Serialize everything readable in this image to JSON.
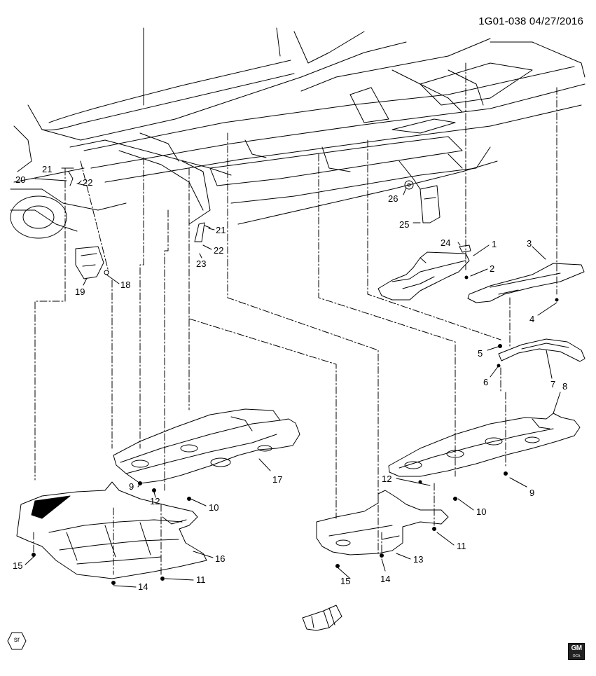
{
  "header": {
    "diagram_code": "1G01-038",
    "date": "04/27/2016"
  },
  "footer": {
    "sr_label": "sr",
    "badge_mark": "GM",
    "badge_sub": "OCA"
  },
  "callouts": {
    "c1": "1",
    "c2": "2",
    "c3": "3",
    "c4": "4",
    "c5": "5",
    "c6": "6",
    "c7": "7",
    "c8": "8",
    "c9a": "9",
    "c9b": "9",
    "c10a": "10",
    "c10b": "10",
    "c11a": "11",
    "c11b": "11",
    "c12a": "12",
    "c12b": "12",
    "c13": "13",
    "c14a": "14",
    "c14b": "14",
    "c15a": "15",
    "c15b": "15",
    "c16": "16",
    "c17": "17",
    "c18": "18",
    "c19": "19",
    "c20": "20",
    "c21a": "21",
    "c21b": "21",
    "c22a": "22",
    "c22b": "22",
    "c23": "23",
    "c24": "24",
    "c25": "25",
    "c26": "26"
  }
}
